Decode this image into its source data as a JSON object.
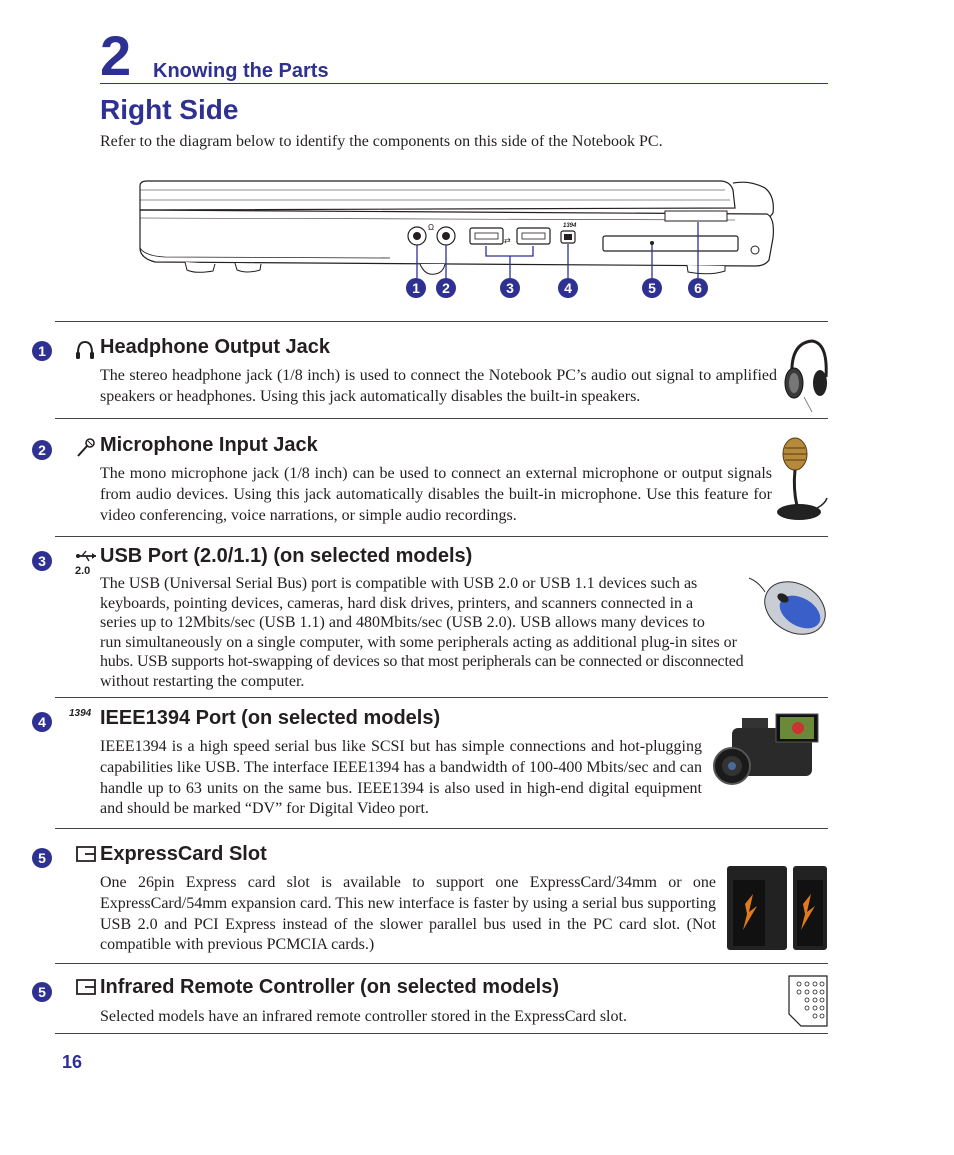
{
  "chapter": {
    "number": "2",
    "title": "Knowing the Parts"
  },
  "page_title": "Right Side",
  "intro": "Refer to the diagram below to identify the components on this side of the Notebook PC.",
  "diagram": {
    "callouts": [
      "1",
      "2",
      "3",
      "4",
      "5",
      "6"
    ],
    "port_labels": {
      "firewire": "1394"
    }
  },
  "sections": [
    {
      "num": "1",
      "title": "Headphone Output Jack",
      "icon": "headphone-icon",
      "body": "The stereo headphone jack (1/8 inch) is used to connect the Notebook PC’s audio out signal to amplified speakers or headphones. Using this jack automatically disables the built-in speakers."
    },
    {
      "num": "2",
      "title": "Microphone Input Jack",
      "icon": "microphone-icon",
      "body": "The mono microphone jack (1/8 inch) can be used to connect an external microphone or output signals from audio devices. Using this jack automatically disables the built-in microphone. Use this feature for video conferencing, voice narrations, or simple audio recordings."
    },
    {
      "num": "3",
      "title": "USB Port (2.0/1.1) (on selected models)",
      "icon": "usb-icon",
      "icon_label": "2.0",
      "body_lines": [
        "The USB (Universal Serial Bus) port is compatible with USB 2.0 or USB 1.1 devices such as",
        "keyboards, pointing devices, cameras, hard disk drives, printers, and scanners connected in a",
        "series up to 12Mbits/sec (USB 1.1) and 480Mbits/sec (USB 2.0). USB allows many devices to",
        "run simultaneously on a single computer, with some peripherals acting as additional plug-in sites or",
        "hubs. USB supports hot-swapping of devices so that most peripherals can be connected or disconnected",
        "without restarting the computer."
      ]
    },
    {
      "num": "4",
      "title": "IEEE1394 Port (on selected models)",
      "icon": "ieee1394-icon",
      "icon_label": "1394",
      "body": "IEEE1394 is a high speed serial bus like SCSI but has simple connections and hot-plugging capabilities like USB. The interface IEEE1394 has a bandwidth of 100-400 Mbits/sec and can handle up to 63 units on the same bus. IEEE1394 is also used in high-end digital equipment and should be marked “DV” for Digital Video port."
    },
    {
      "num": "5",
      "title": "ExpressCard Slot",
      "icon": "expresscard-icon",
      "body": "One 26pin Express card slot is available to support one ExpressCard/34mm or one ExpressCard/54mm expansion card. This new interface is faster by using a serial bus supporting USB 2.0 and PCI Express instead of the slower parallel bus used in the PC card slot. (Not compatible with previous PCMCIA cards.)"
    },
    {
      "num": "5",
      "title": "Infrared Remote Controller (on selected models)",
      "icon": "expresscard-icon",
      "body": "Selected models have an infrared remote controller stored in the ExpressCard slot."
    }
  ],
  "page_number": "16",
  "colors": {
    "accent": "#2e3192",
    "text": "#231f20"
  }
}
